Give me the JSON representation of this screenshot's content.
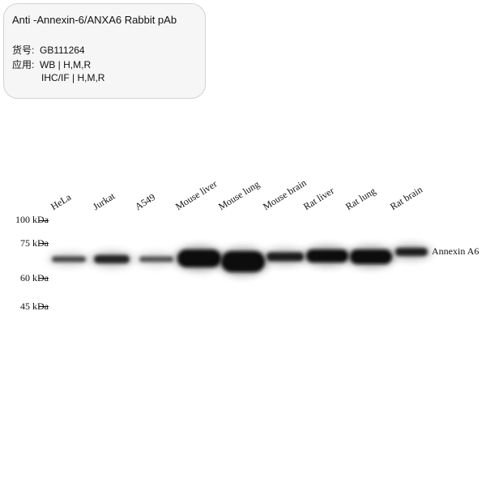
{
  "info": {
    "title": "Anti -Annexin-6/ANXA6 Rabbit pAb",
    "catalog_label": "货号:",
    "catalog_value": "GB111264",
    "application_label": "应用:",
    "application_wb": "WB | H,M,R",
    "application_ihc": "IHC/IF | H,M,R"
  },
  "lanes": [
    {
      "label": "HeLa",
      "intensity": 0.55
    },
    {
      "label": "Jurkat",
      "intensity": 0.8
    },
    {
      "label": "A549",
      "intensity": 0.45
    },
    {
      "label": "Mouse liver",
      "intensity": 1.0
    },
    {
      "label": "Mouse lung",
      "intensity": 1.0
    },
    {
      "label": "Mouse brain",
      "intensity": 0.85
    },
    {
      "label": "Rat liver",
      "intensity": 1.0
    },
    {
      "label": "Rat lung",
      "intensity": 1.0
    },
    {
      "label": "Rat brain",
      "intensity": 0.85
    }
  ],
  "markers": [
    {
      "label": "100 kDa"
    },
    {
      "label": "75 kDa"
    },
    {
      "label": "60 kDa"
    },
    {
      "label": "45 kDa"
    }
  ],
  "band_label": "Annexin A6"
}
